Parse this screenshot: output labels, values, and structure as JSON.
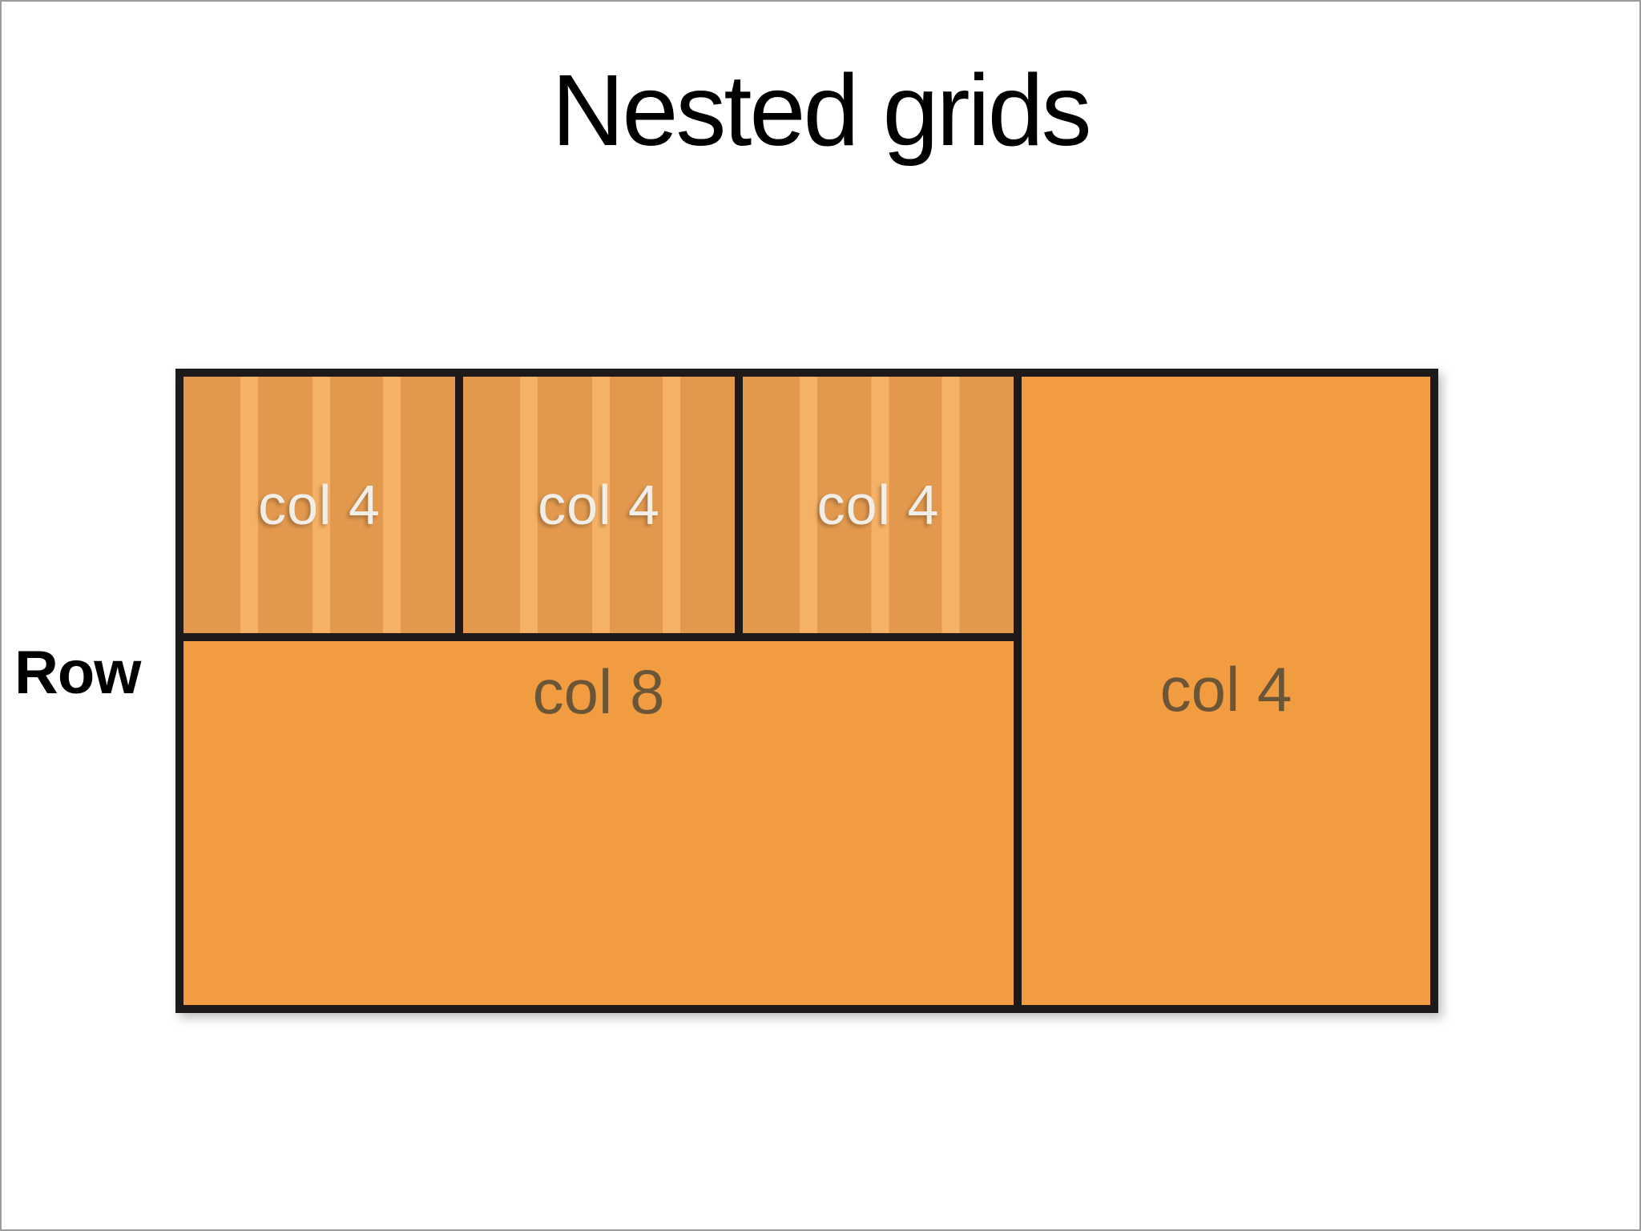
{
  "title": "Nested grids",
  "row_label": "Row",
  "grid": {
    "top_boxes": [
      {
        "label": "col 4"
      },
      {
        "label": "col 4"
      },
      {
        "label": "col 4"
      }
    ],
    "bottom_box": {
      "label": "col 8"
    },
    "right_box": {
      "label": "col 4"
    }
  },
  "colors": {
    "plain_orange": "#f19c41",
    "striped_base": "#e2994e",
    "stripe_light": "#f5b166",
    "border_black": "#1d1a19",
    "label_light": "#f1eee7",
    "label_dark": "#6a5636",
    "page_border": "#9b9b9b",
    "title_color": "#000000"
  }
}
